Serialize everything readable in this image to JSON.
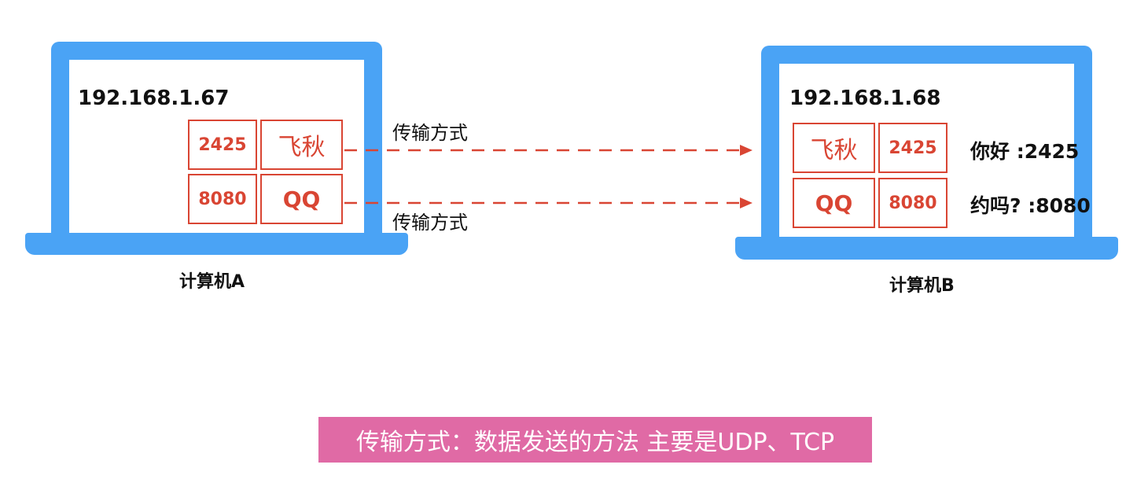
{
  "computer_a": {
    "ip": "192.168.1.67",
    "label": "计算机A",
    "rows": [
      {
        "port": "2425",
        "app": "飞秋"
      },
      {
        "port": "8080",
        "app": "QQ"
      }
    ]
  },
  "computer_b": {
    "ip": "192.168.1.68",
    "label": "计算机B",
    "rows": [
      {
        "app": "飞秋",
        "port": "2425",
        "message": "你好 :2425"
      },
      {
        "app": "QQ",
        "port": "8080",
        "message": "约吗? :8080"
      }
    ]
  },
  "transfer_labels": [
    "传输方式",
    "传输方式"
  ],
  "footer": "传输方式：数据发送的方法 主要是UDP、TCP",
  "colors": {
    "laptop": "#4aa3f5",
    "accent": "#d94533",
    "footer_bg": "#e06aa5"
  }
}
